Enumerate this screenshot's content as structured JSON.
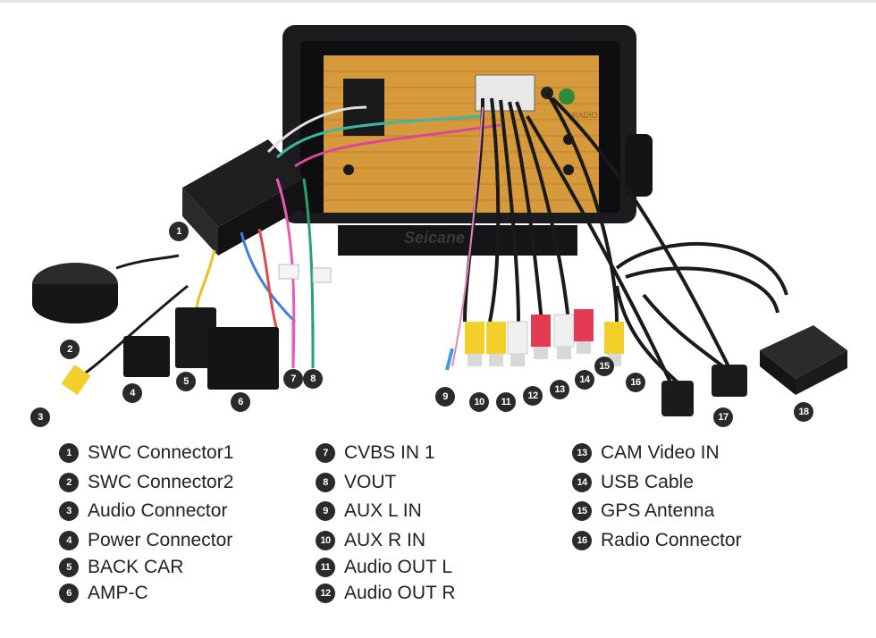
{
  "brand": {
    "logo_text": "Seicane"
  },
  "callouts": [
    "1",
    "2",
    "3",
    "4",
    "5",
    "6",
    "7",
    "8",
    "9",
    "10",
    "11",
    "12",
    "13",
    "14",
    "15",
    "16",
    "17",
    "18"
  ],
  "legend": {
    "col1": [
      {
        "num": "1",
        "label": "SWC Connector1"
      },
      {
        "num": "2",
        "label": "SWC Connector2"
      },
      {
        "num": "3",
        "label": "Audio Connector"
      },
      {
        "num": "4",
        "label": "Power Connector"
      },
      {
        "num": "5",
        "label": "BACK CAR"
      },
      {
        "num": "6",
        "label": "AMP-C"
      }
    ],
    "col2": [
      {
        "num": "7",
        "label": "CVBS IN 1"
      },
      {
        "num": "8",
        "label": "VOUT"
      },
      {
        "num": "9",
        "label": "AUX L IN"
      },
      {
        "num": "10",
        "label": "AUX R IN"
      },
      {
        "num": "11",
        "label": "Audio OUT L"
      },
      {
        "num": "12",
        "label": "Audio OUT R"
      }
    ],
    "col3": [
      {
        "num": "13",
        "label": "CAM Video IN"
      },
      {
        "num": "14",
        "label": "USB Cable"
      },
      {
        "num": "15",
        "label": "GPS Antenna"
      },
      {
        "num": "16",
        "label": "Radio Connector"
      }
    ]
  },
  "panel_labels": {
    "radio": "RADIO"
  }
}
